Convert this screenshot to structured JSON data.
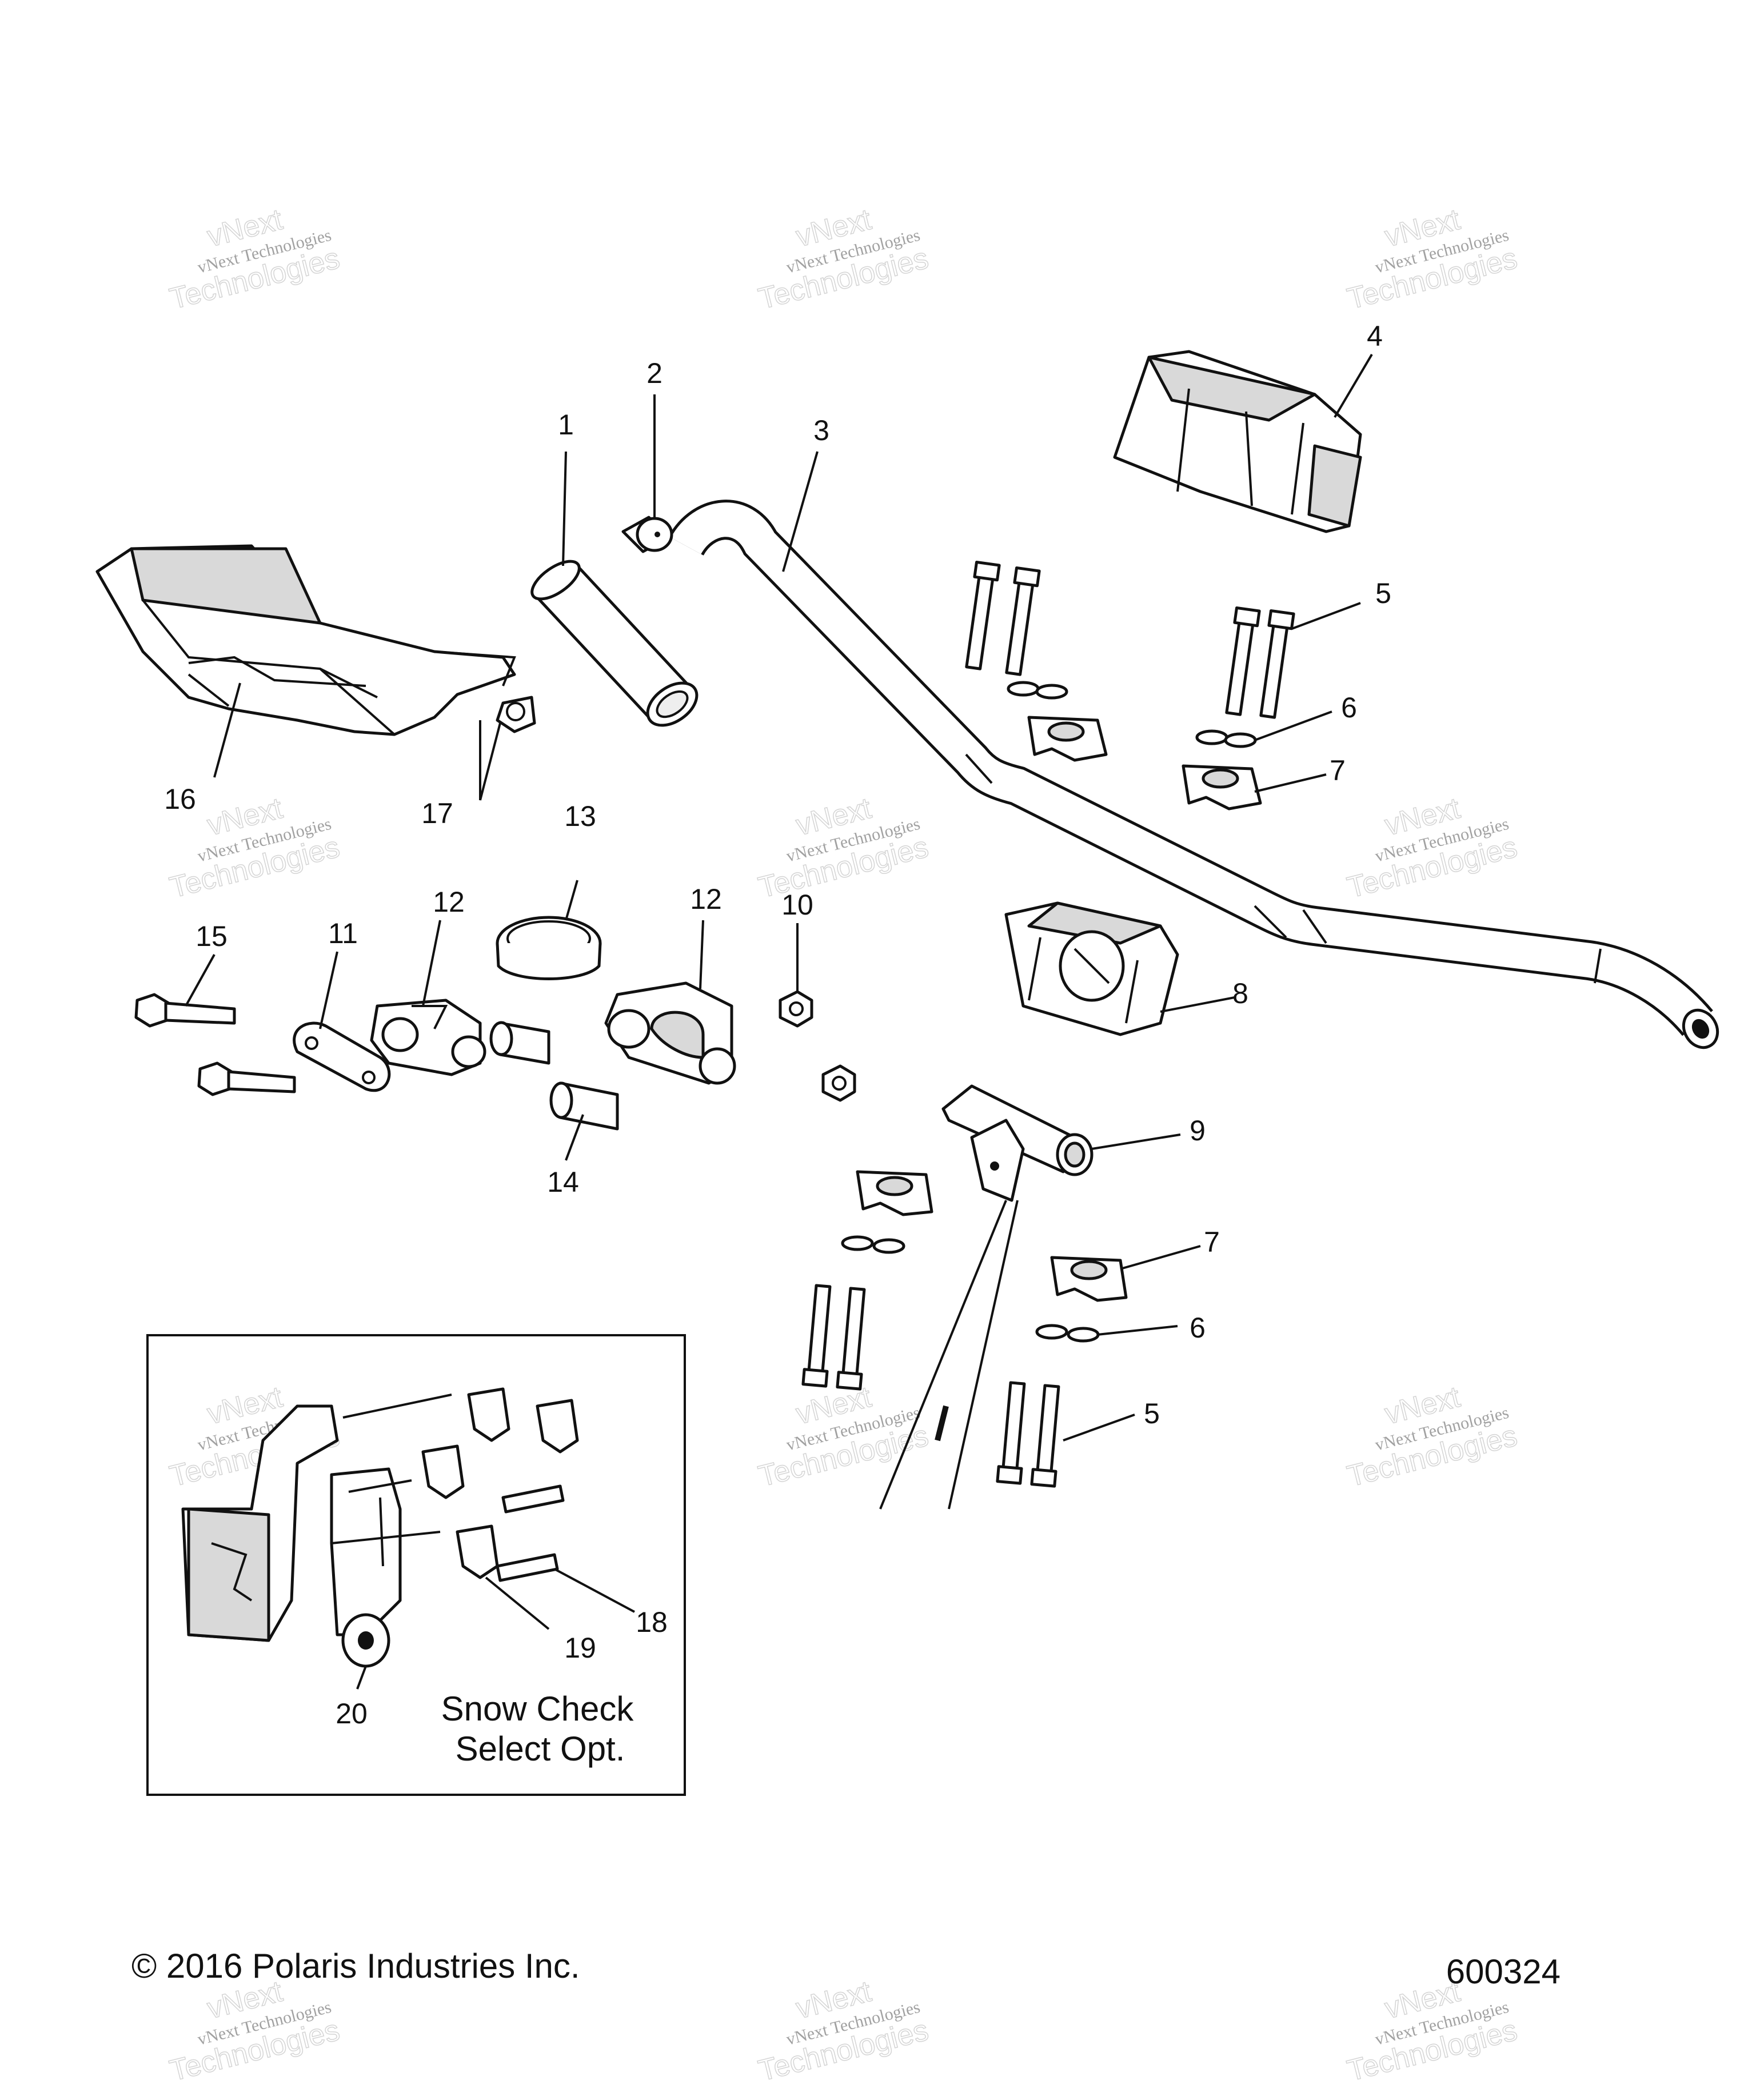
{
  "callouts": {
    "c1": "1",
    "c2": "2",
    "c3": "3",
    "c4": "4",
    "c5": "5",
    "c6": "6",
    "c7": "7",
    "c8": "8",
    "c9": "9",
    "c10": "10",
    "c11": "11",
    "c12": "12",
    "c13": "13",
    "c14": "14",
    "c15": "15",
    "c16": "16",
    "c17": "17",
    "c18": "18",
    "c19": "19",
    "c20": "20"
  },
  "inset": {
    "line1": "Snow Check",
    "line2": "Select Opt."
  },
  "footer": {
    "copyright": "© 2016 Polaris Industries Inc.",
    "drawing_number": "600324"
  },
  "watermark": {
    "line1": "vNext Technologies",
    "line2": "vNext",
    "line3": "Technologies"
  }
}
